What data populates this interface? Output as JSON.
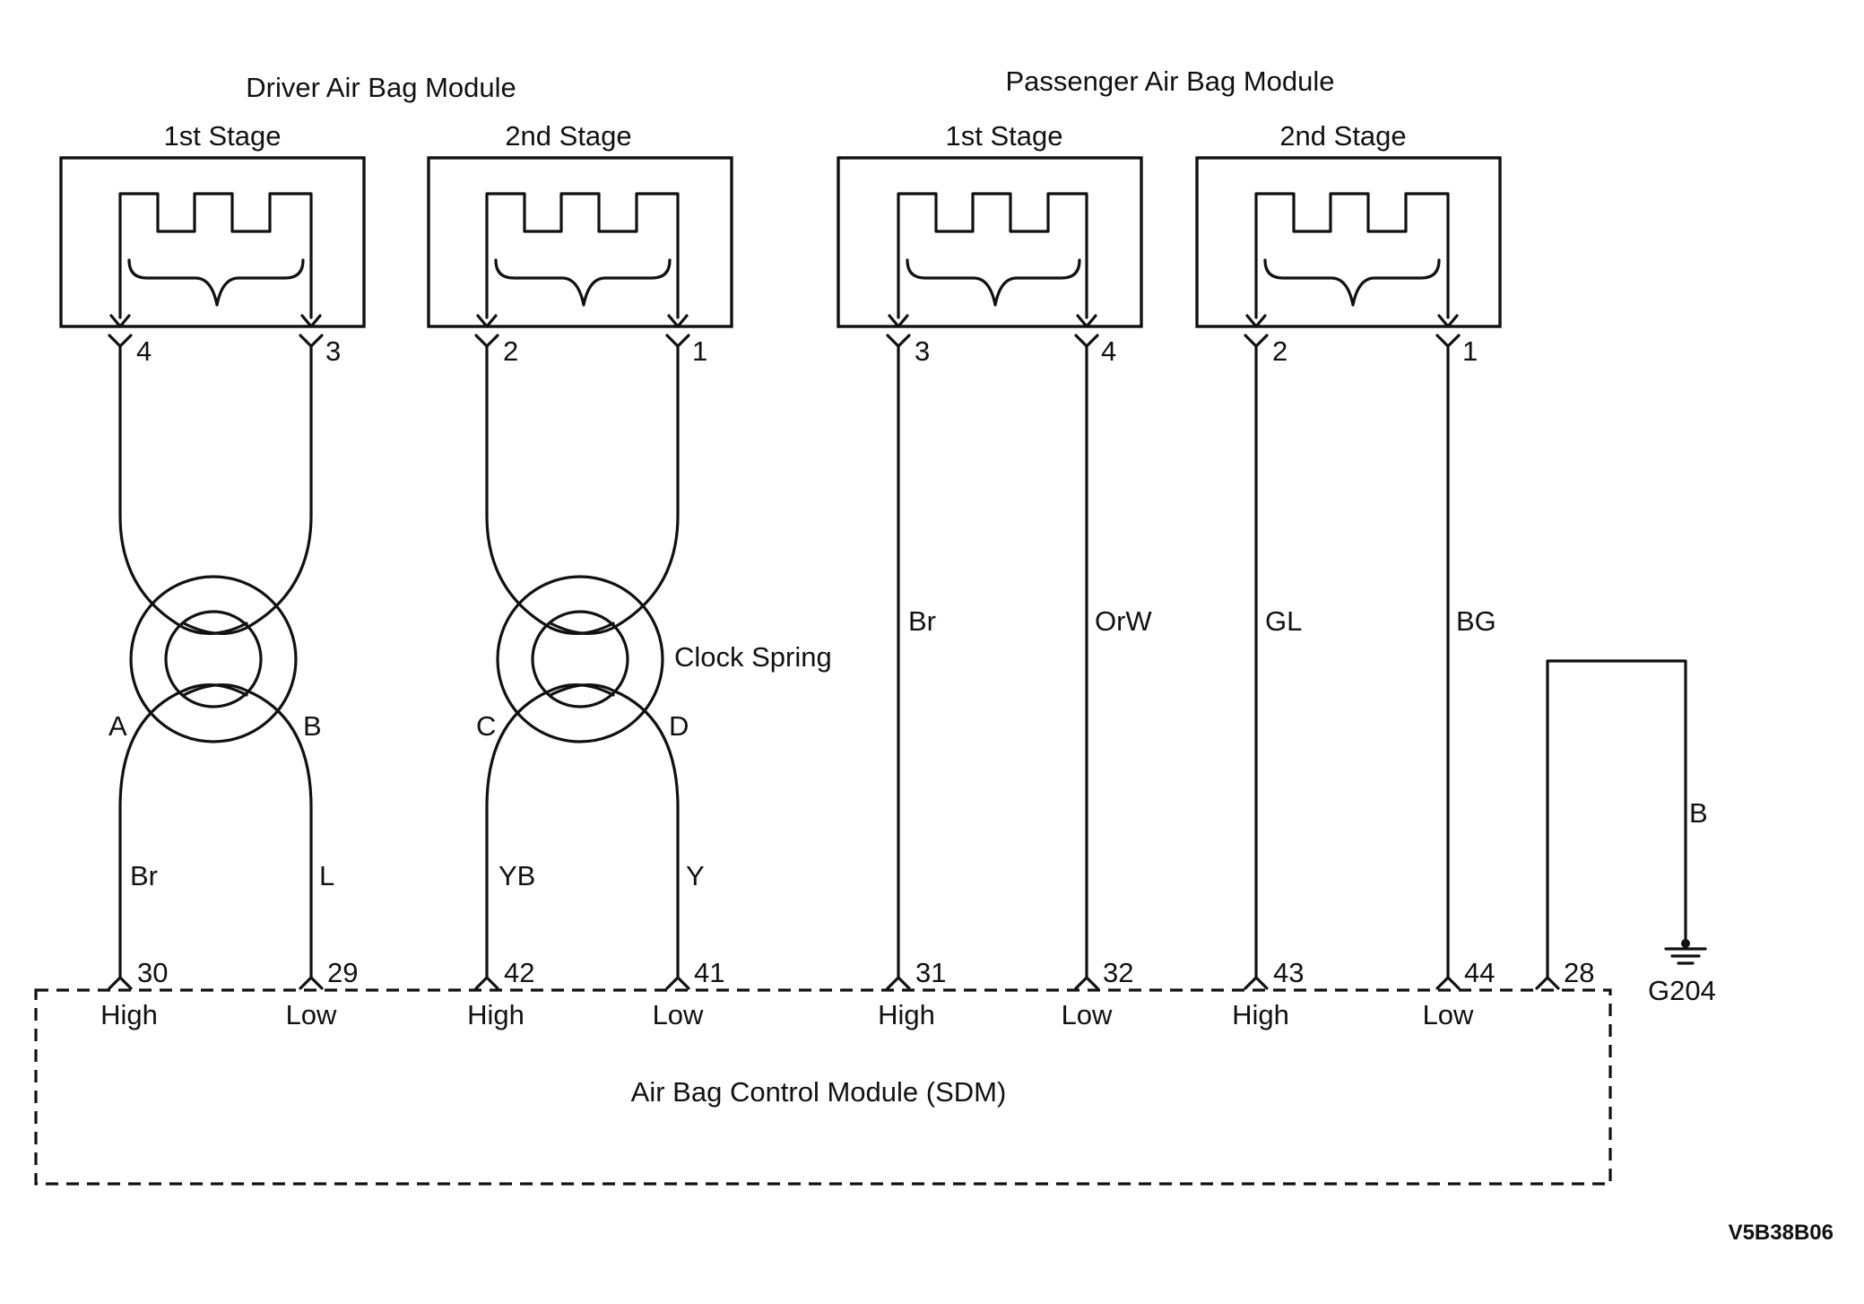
{
  "modules": {
    "driver_title": "Driver Air Bag Module",
    "passenger_title": "Passenger Air Bag Module",
    "stage1": "1st Stage",
    "stage2": "2nd Stage"
  },
  "connector_pins": {
    "d1_left": "4",
    "d1_right": "3",
    "d2_left": "2",
    "d2_right": "1",
    "p1_left": "3",
    "p1_right": "4",
    "p2_left": "2",
    "p2_right": "1"
  },
  "clock_spring": {
    "label": "Clock Spring",
    "term_a": "A",
    "term_b": "B",
    "term_c": "C",
    "term_d": "D"
  },
  "wire_colors": {
    "w_br": "Br",
    "w_l": "L",
    "w_yb": "YB",
    "w_y": "Y",
    "w_br2": "Br",
    "w_orw": "OrW",
    "w_gl": "GL",
    "w_bg": "BG",
    "w_b": "B"
  },
  "sdm": {
    "title": "Air Bag Control Module (SDM)",
    "pins": [
      "30",
      "29",
      "42",
      "41",
      "31",
      "32",
      "43",
      "44",
      "28"
    ],
    "high": "High",
    "low": "Low"
  },
  "ground": {
    "label": "G204"
  },
  "figure_code": "V5B38B06"
}
